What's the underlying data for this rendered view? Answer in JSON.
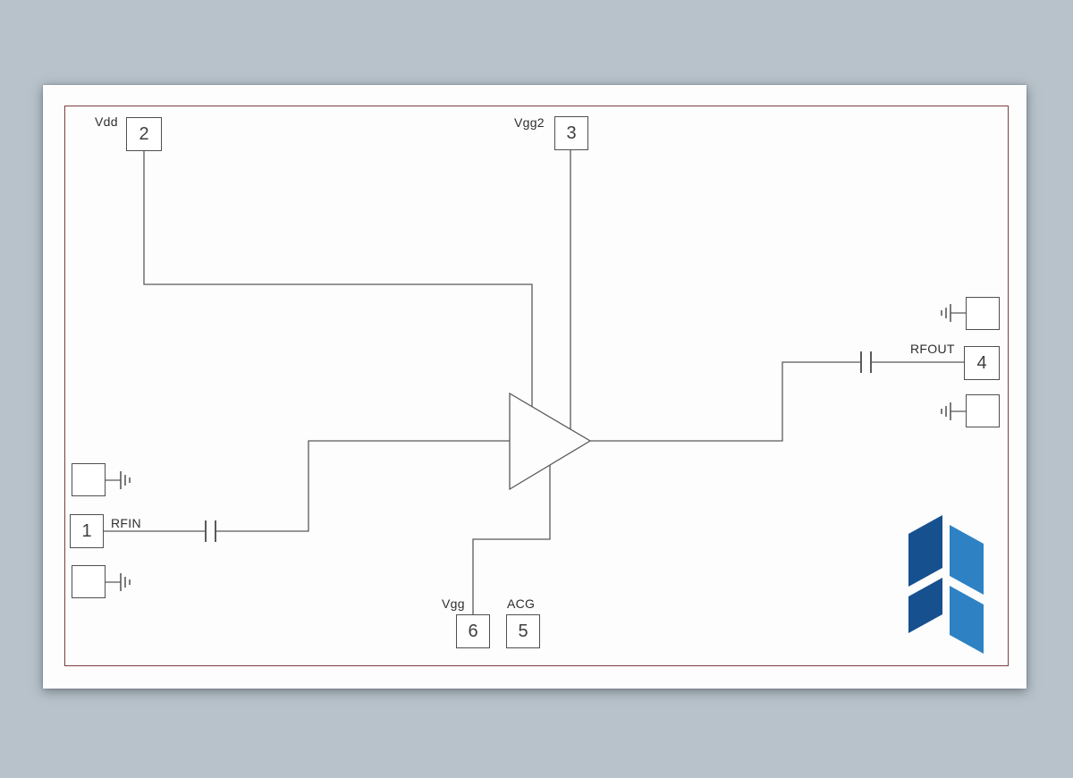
{
  "page": {
    "background_color": "#b8c2ca",
    "sheet_color": "#fdfdfd",
    "border_color": "#7b4040",
    "line_color": "#5a5a5a"
  },
  "pads": {
    "vdd": {
      "number": "2",
      "label": "Vdd"
    },
    "vgg2": {
      "number": "3",
      "label": "Vgg2"
    },
    "rfout": {
      "number": "4",
      "label": "RFOUT"
    },
    "rfin": {
      "number": "1",
      "label": "RFIN"
    },
    "vgg": {
      "number": "6",
      "label": "Vgg"
    },
    "acg": {
      "number": "5",
      "label": "ACG"
    }
  },
  "symbols": {
    "amplifier": "triangle-amplifier",
    "capacitors": 2,
    "ground_pads": 4
  },
  "logo": {
    "name": "blue-monogram-logo",
    "color_dark": "#17508f",
    "color_light": "#2e82c4"
  }
}
